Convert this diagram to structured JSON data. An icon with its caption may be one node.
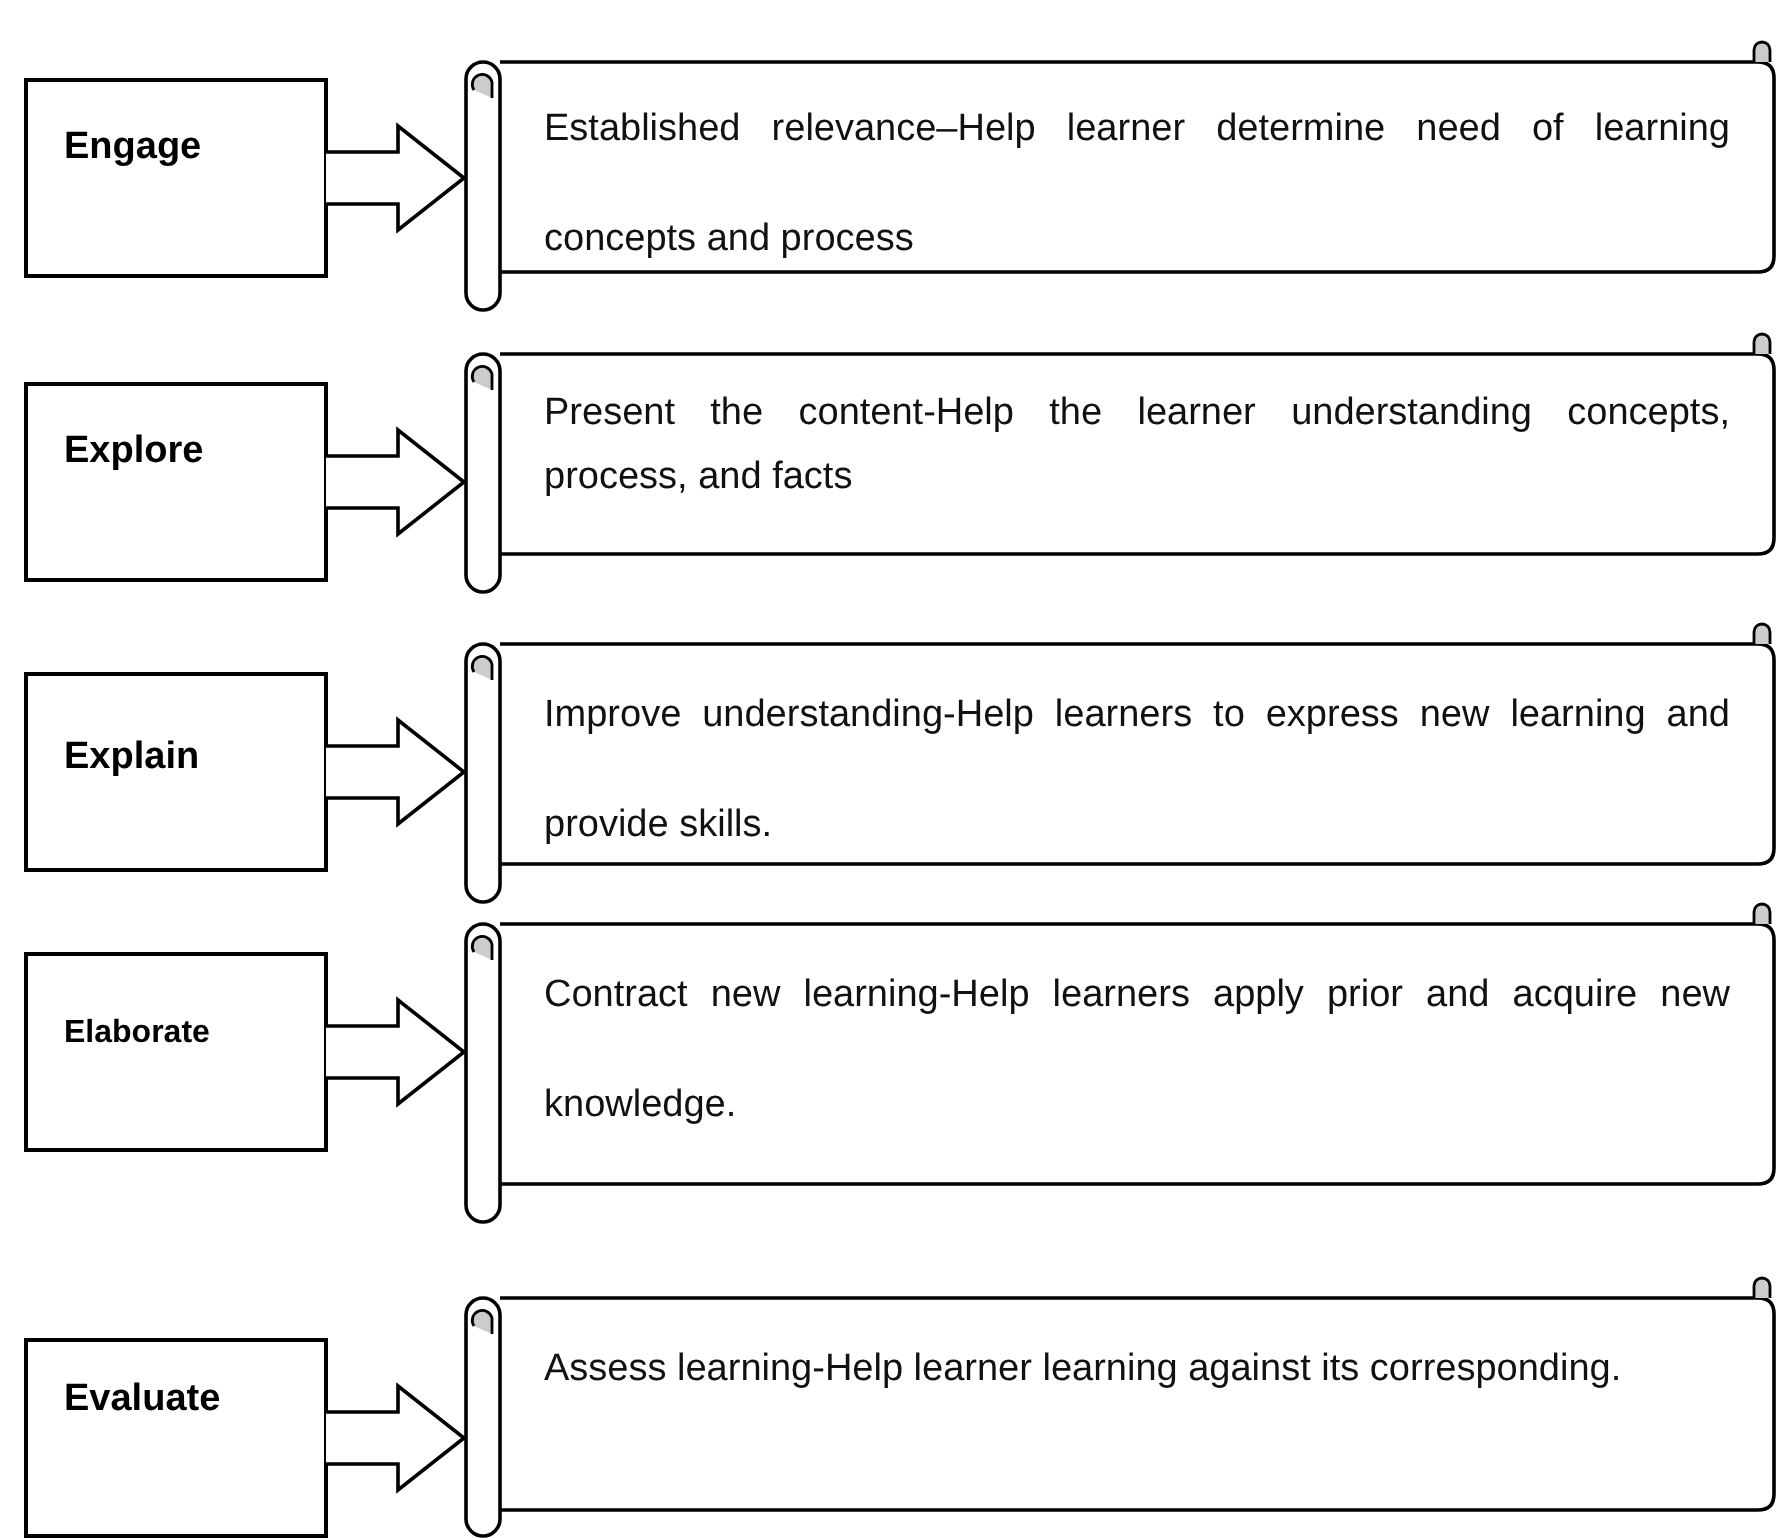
{
  "diagram": {
    "nodes": [
      {
        "text": [
          "Engage"
        ]
      },
      {
        "text": [
          "Established relevance–Help learner determine need of learning concepts and process"
        ]
      },
      {
        "text": [
          "Explore"
        ]
      },
      {
        "text": [
          "Present the content-Help the learner understanding concepts, process, and facts"
        ]
      },
      {
        "text": [
          "Explain"
        ]
      },
      {
        "text": [
          "Improve understanding-Help learners to express new learning and provide skills."
        ]
      },
      {
        "text": [
          "Elaborate"
        ]
      },
      {
        "text": [
          "Contract new learning-Help learners apply prior and acquire new knowledge."
        ]
      },
      {
        "text": [
          "Evaluate"
        ]
      },
      {
        "text": [
          "Assess learning-Help learner learning against its corresponding."
        ]
      }
    ],
    "edges": [
      {
        "from": 0,
        "to": 1,
        "arrow": "to"
      },
      {
        "from": 2,
        "to": 3,
        "arrow": "to"
      },
      {
        "from": 4,
        "to": 5,
        "arrow": "to"
      },
      {
        "from": 6,
        "to": 7,
        "arrow": "to"
      },
      {
        "from": 8,
        "to": 9,
        "arrow": "to"
      }
    ]
  }
}
